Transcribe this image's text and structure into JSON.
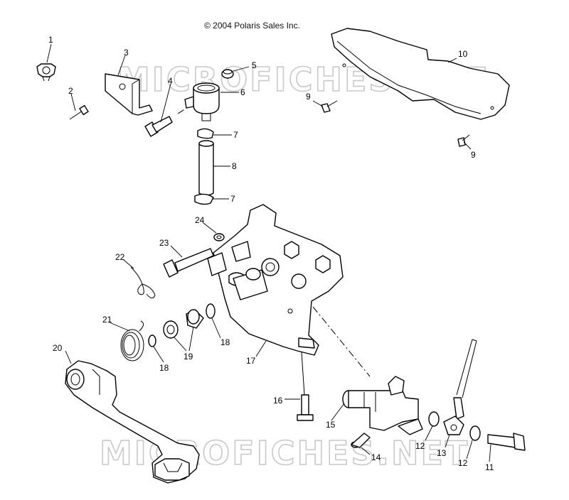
{
  "copyright": "© 2004 Polaris Sales Inc.",
  "watermark": "MICROFICHES.NET",
  "callouts": [
    {
      "id": "c1",
      "label": "1"
    },
    {
      "id": "c2",
      "label": "2"
    },
    {
      "id": "c3",
      "label": "3"
    },
    {
      "id": "c4",
      "label": "4"
    },
    {
      "id": "c5",
      "label": "5"
    },
    {
      "id": "c6",
      "label": "6"
    },
    {
      "id": "c7a",
      "label": "7"
    },
    {
      "id": "c7b",
      "label": "7"
    },
    {
      "id": "c8",
      "label": "8"
    },
    {
      "id": "c9a",
      "label": "9"
    },
    {
      "id": "c9b",
      "label": "9"
    },
    {
      "id": "c10",
      "label": "10"
    },
    {
      "id": "c11",
      "label": "11"
    },
    {
      "id": "c12a",
      "label": "12"
    },
    {
      "id": "c12b",
      "label": "12"
    },
    {
      "id": "c13",
      "label": "13"
    },
    {
      "id": "c14",
      "label": "14"
    },
    {
      "id": "c15",
      "label": "15"
    },
    {
      "id": "c16",
      "label": "16"
    },
    {
      "id": "c17",
      "label": "17"
    },
    {
      "id": "c18a",
      "label": "18"
    },
    {
      "id": "c18b",
      "label": "18"
    },
    {
      "id": "c19",
      "label": "19"
    },
    {
      "id": "c20",
      "label": "20"
    },
    {
      "id": "c21",
      "label": "21"
    },
    {
      "id": "c22",
      "label": "22"
    },
    {
      "id": "c23",
      "label": "23"
    },
    {
      "id": "c24",
      "label": "24"
    }
  ],
  "colors": {
    "line": "#000000",
    "watermark_outline": "#c9c9c9",
    "background": "#ffffff"
  }
}
